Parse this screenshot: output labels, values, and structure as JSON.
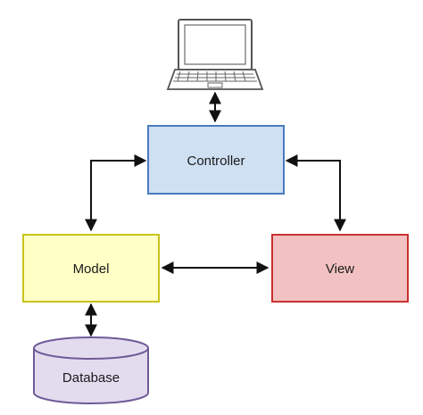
{
  "diagram": {
    "nodes": {
      "controller": {
        "label": "Controller",
        "fill": "#cfe0f3",
        "stroke": "#4a7bc0"
      },
      "model": {
        "label": "Model",
        "fill": "#ffffc6",
        "stroke": "#c8c31a"
      },
      "view": {
        "label": "View",
        "fill": "#f2c1c1",
        "stroke": "#c9322f"
      },
      "database": {
        "label": "Database",
        "fill": "#e3dcef",
        "stroke": "#6f5a98"
      }
    },
    "client_device": {
      "icon": "laptop-icon"
    },
    "connections": [
      {
        "from": "laptop",
        "to": "controller",
        "bidirectional": true
      },
      {
        "from": "controller",
        "to": "model",
        "bidirectional": true
      },
      {
        "from": "controller",
        "to": "view",
        "bidirectional": true
      },
      {
        "from": "model",
        "to": "view",
        "bidirectional": true
      },
      {
        "from": "model",
        "to": "database",
        "bidirectional": true
      }
    ],
    "arrow_color": "#111111"
  }
}
